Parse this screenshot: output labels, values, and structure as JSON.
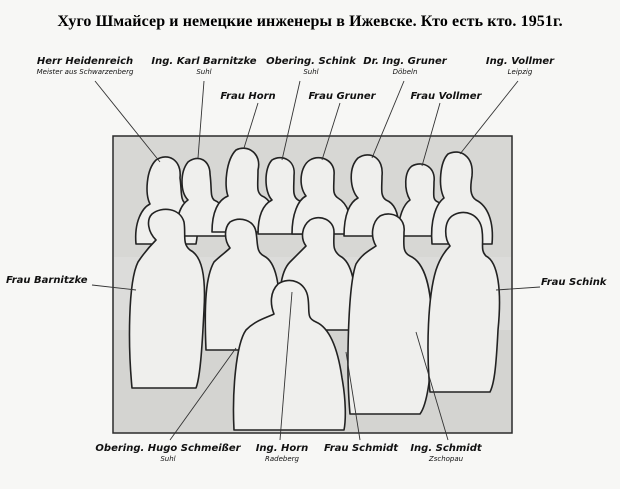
{
  "title": "Хуго Шмайсер и немецкие инженеры в Ижевске. Кто есть кто. 1951г.",
  "people": [
    {
      "name": "Herr Heidenreich",
      "place": "Meister aus Schwarzenberg"
    },
    {
      "name": "Ing. Karl Barnitzke",
      "place": "Suhl"
    },
    {
      "name": "Obering. Schink",
      "place": "Suhl"
    },
    {
      "name": "Dr. Ing. Gruner",
      "place": "Döbeln"
    },
    {
      "name": "Ing. Vollmer",
      "place": "Leipzig"
    },
    {
      "name": "Frau Horn",
      "place": ""
    },
    {
      "name": "Frau Gruner",
      "place": ""
    },
    {
      "name": "Frau Vollmer",
      "place": ""
    },
    {
      "name": "Frau Barnitzke",
      "place": ""
    },
    {
      "name": "Frau Schink",
      "place": ""
    },
    {
      "name": "Obering. Hugo Schmeißer",
      "place": "Suhl"
    },
    {
      "name": "Ing. Horn",
      "place": "Radeberg"
    },
    {
      "name": "Frau Schmidt",
      "place": ""
    },
    {
      "name": "Ing. Schmidt",
      "place": "Zschopau"
    }
  ],
  "colors": {
    "photo_bg": "#dcdcda",
    "photo_frame": "#2a2a2a",
    "silhouette_fill": "#efefed",
    "silhouette_stroke": "#222222",
    "pointer_line": "#333333"
  }
}
